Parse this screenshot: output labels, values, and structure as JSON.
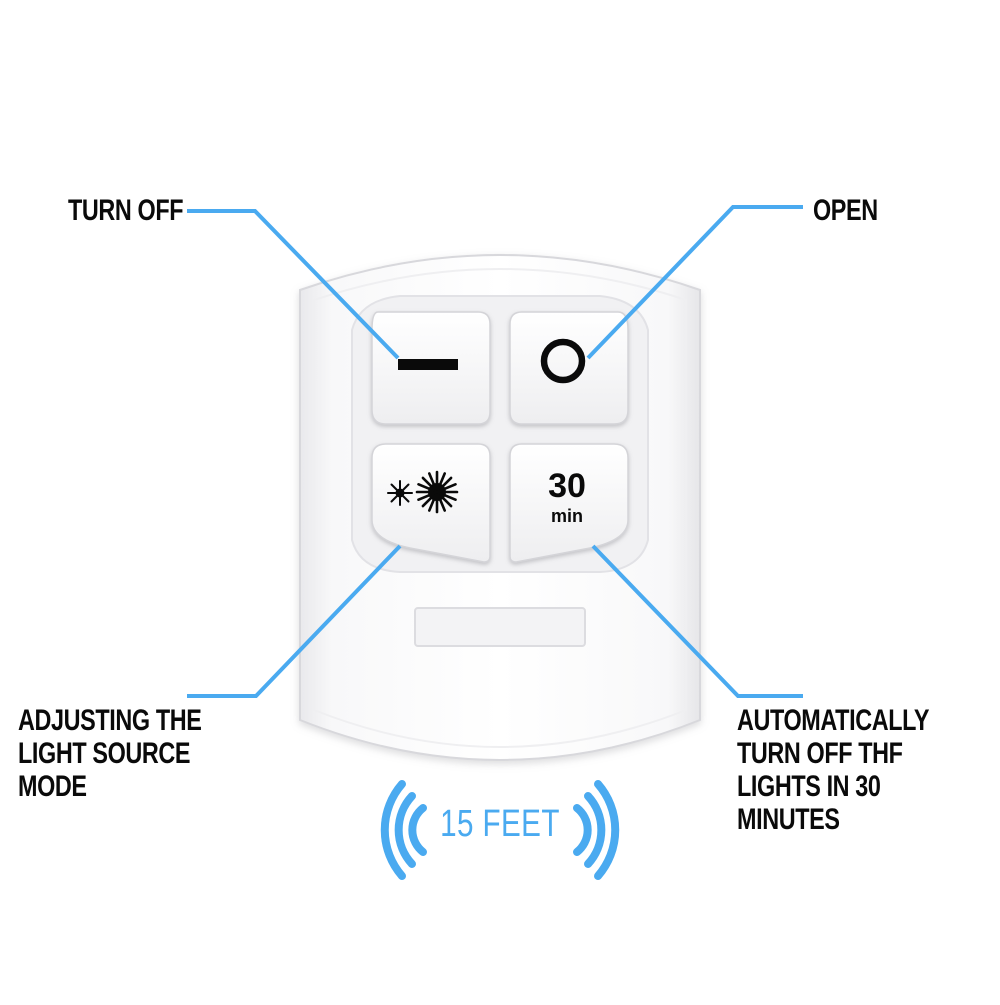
{
  "colors": {
    "accent": "#4aaaf0",
    "text": "#0a0a0a",
    "remote_body": "#ffffff",
    "button_face": "#f4f4f5"
  },
  "callouts": {
    "turn_off": "TURN OFF",
    "open": "OPEN",
    "adjust": [
      "ADJUSTING THE",
      "LIGHT SOURCE",
      "MODE"
    ],
    "auto_off": [
      "AUTOMATICALLY",
      "TURN OFF THF",
      "LIGHTS IN 30",
      "MINUTES"
    ]
  },
  "buttons": {
    "off_icon": "minus-icon",
    "on_icon": "circle-icon",
    "mode_icon": "brightness-icon",
    "timer_value": "30",
    "timer_unit": "min"
  },
  "range": {
    "label": "15 FEET"
  }
}
